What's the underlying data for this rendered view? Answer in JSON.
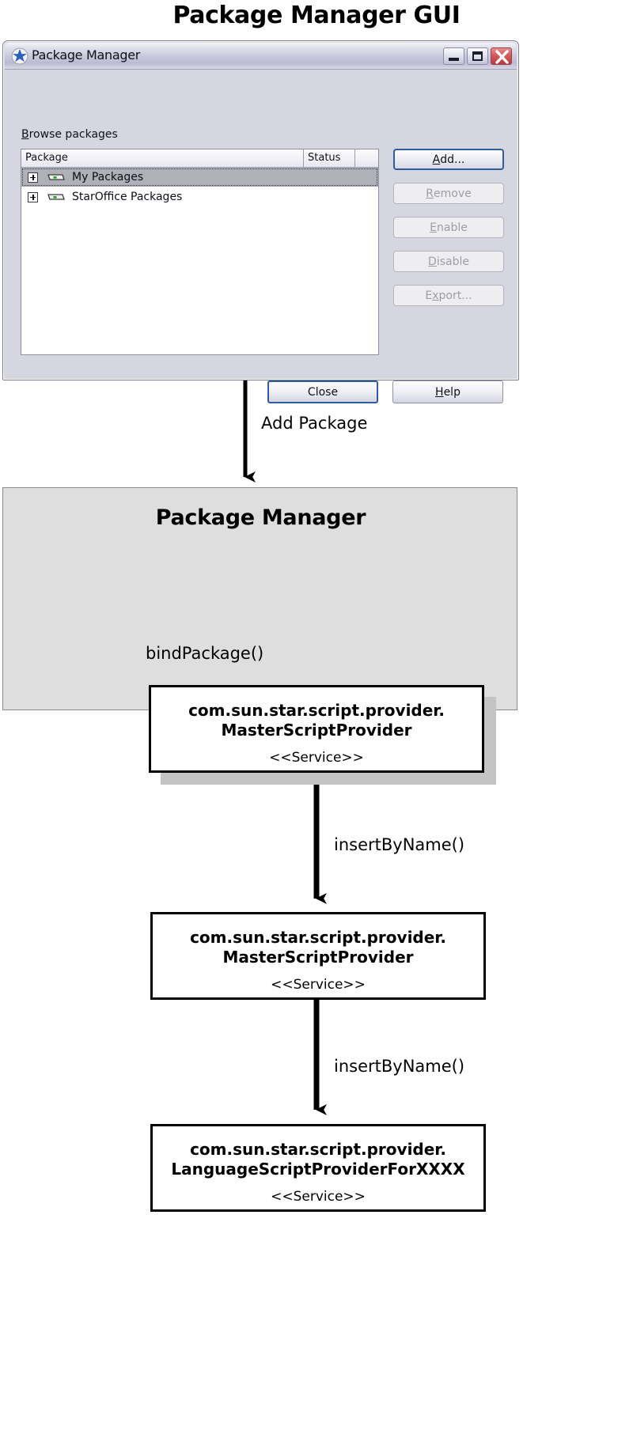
{
  "page": {
    "title": "Package Manager GUI"
  },
  "dialog": {
    "titlebar": {
      "title": "Package Manager",
      "app_icon": "staroffice-star-icon",
      "minimize_label": "_",
      "maximize_label": "□",
      "close_label": "×"
    },
    "browse_label_prefix": "B",
    "browse_label_rest": "rowse packages",
    "list": {
      "columns": [
        "Package",
        "Status",
        ""
      ],
      "rows": [
        {
          "label": "My Packages",
          "status": "",
          "expander": "plus",
          "icon": "package-drive-icon",
          "selected": true
        },
        {
          "label": "StarOffice Packages",
          "status": "",
          "expander": "plus",
          "icon": "package-drive-icon",
          "selected": false
        }
      ]
    },
    "side_buttons": [
      {
        "name": "add",
        "pre": "",
        "accel": "A",
        "post": "dd...",
        "enabled": true
      },
      {
        "name": "remove",
        "pre": "",
        "accel": "R",
        "post": "emove",
        "enabled": false
      },
      {
        "name": "enable",
        "pre": "",
        "accel": "E",
        "post": "nable",
        "enabled": false
      },
      {
        "name": "disable",
        "pre": "",
        "accel": "D",
        "post": "isable",
        "enabled": false
      },
      {
        "name": "export",
        "pre": "E",
        "accel": "x",
        "post": "port...",
        "enabled": false
      }
    ],
    "bottom_buttons": [
      {
        "name": "close",
        "pre": "Close",
        "accel": "",
        "post": "",
        "default": true
      },
      {
        "name": "help",
        "pre": "",
        "accel": "H",
        "post": "elp",
        "default": false
      }
    ]
  },
  "diagram": {
    "edges": [
      {
        "label": "Add Package"
      },
      {
        "label": "bindPackage()"
      },
      {
        "label": "insertByName()"
      },
      {
        "label": "insertByName()"
      }
    ],
    "package_manager_box": {
      "title": "Package Manager",
      "self_call_label": "bindPackage()"
    },
    "services": [
      {
        "line1": "com.sun.star.script.provider.",
        "line2": "MasterScriptProvider",
        "stereotype": "<<Service>>"
      },
      {
        "line1": "com.sun.star.script.provider.",
        "line2": "MasterScriptProvider",
        "stereotype": "<<Service>>"
      },
      {
        "line1": "com.sun.star.script.provider.",
        "line2": "LanguageScriptProviderForXXXX",
        "stereotype": "<<Service>>"
      }
    ]
  },
  "colors": {
    "dialog_face": "#d6d6e0",
    "titlebar_blue": "#c9c9dd",
    "close_red": "#d4595c",
    "focus_blue": "#2f5c9b",
    "diagram_box_gray": "#dedede",
    "selection_gray": "#b0b0b8"
  }
}
